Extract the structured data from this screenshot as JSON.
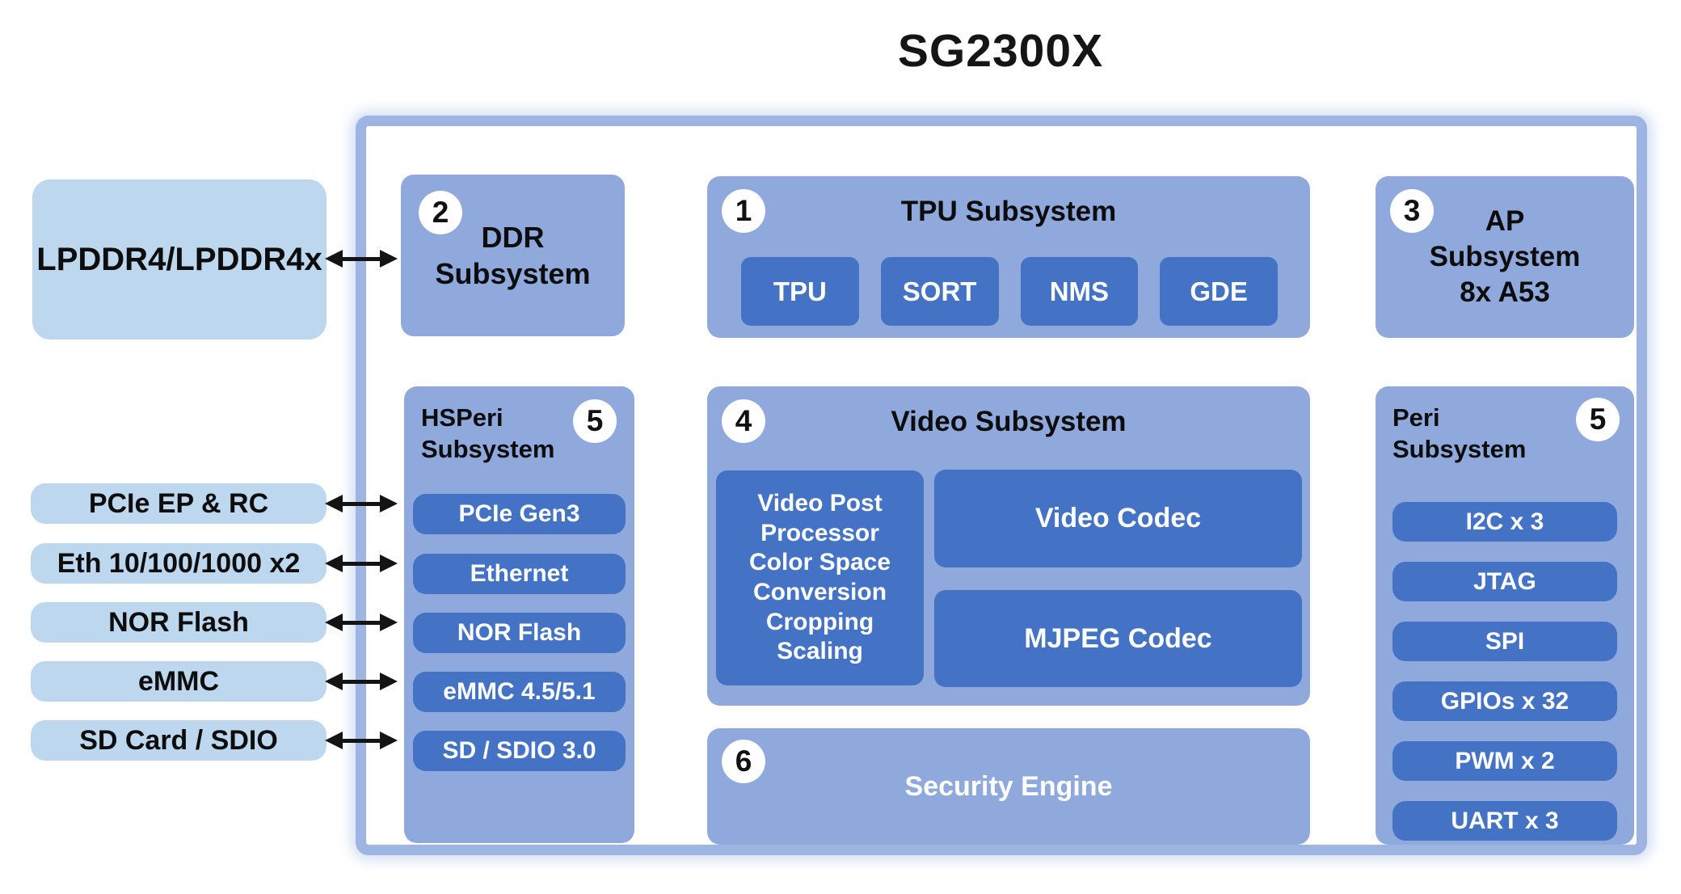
{
  "title": "SG2300X",
  "palette": {
    "chip_border": "#9EB5E3",
    "subsystem_fill": "#8FA9DC",
    "block_fill": "#4472C4",
    "external_fill": "#BDD7EE",
    "text_dark": "#111111",
    "text_light": "#FFFFFF",
    "arrow": "#141414"
  },
  "external": {
    "lpddr_label": "LPDDR4/LPDDR4x",
    "ports": [
      "PCIe EP & RC",
      "Eth 10/100/1000 x2",
      "NOR Flash",
      "eMMC",
      "SD Card / SDIO"
    ]
  },
  "ddr": {
    "number": "2",
    "lines": [
      "DDR",
      "Subsystem"
    ]
  },
  "tpu": {
    "number": "1",
    "title": "TPU Subsystem",
    "blocks": [
      "TPU",
      "SORT",
      "NMS",
      "GDE"
    ]
  },
  "ap": {
    "number": "3",
    "lines": [
      "AP",
      "Subsystem",
      "8x A53"
    ]
  },
  "hsperi": {
    "number": "5",
    "title_lines": [
      "HSPeri",
      "Subsystem"
    ],
    "blocks": [
      "PCIe Gen3",
      "Ethernet",
      "NOR Flash",
      "eMMC 4.5/5.1",
      "SD / SDIO 3.0"
    ]
  },
  "video": {
    "number": "4",
    "title": "Video Subsystem",
    "vpp_lines": [
      "Video Post",
      "Processor",
      "Color Space",
      "Conversion",
      "Cropping",
      "Scaling"
    ],
    "codec": "Video Codec",
    "mjpeg": "MJPEG Codec"
  },
  "security": {
    "number": "6",
    "label": "Security Engine"
  },
  "peri": {
    "number": "5",
    "title_lines": [
      "Peri",
      "Subsystem"
    ],
    "blocks": [
      "I2C x 3",
      "JTAG",
      "SPI",
      "GPIOs x 32",
      "PWM x 2",
      "UART x 3"
    ]
  }
}
